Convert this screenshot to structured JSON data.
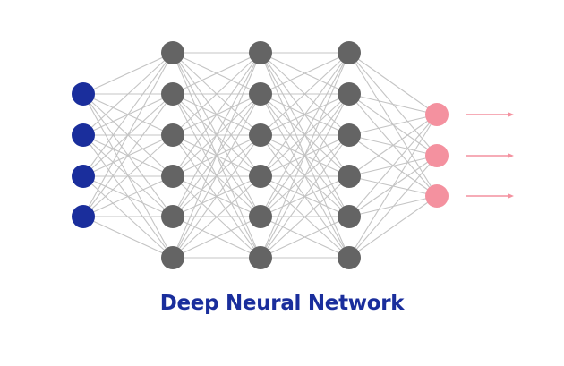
{
  "diagram": {
    "caption": "Deep Neural Network",
    "layers": [
      {
        "role": "input",
        "nodes": 4
      },
      {
        "role": "hidden",
        "nodes": 6
      },
      {
        "role": "hidden",
        "nodes": 6
      },
      {
        "role": "hidden",
        "nodes": 6
      },
      {
        "role": "output",
        "nodes": 3
      }
    ],
    "connectivity": "fully-connected",
    "output_arrows": 3,
    "colors": {
      "input": "#1a2e9c",
      "hidden": "#646464",
      "output": "#f4919f",
      "edge": "#c4c4c4",
      "arrow": "#f4919f",
      "caption": "#1a2e9c"
    },
    "icons": {
      "output_arrow": "arrow-right-icon"
    }
  }
}
